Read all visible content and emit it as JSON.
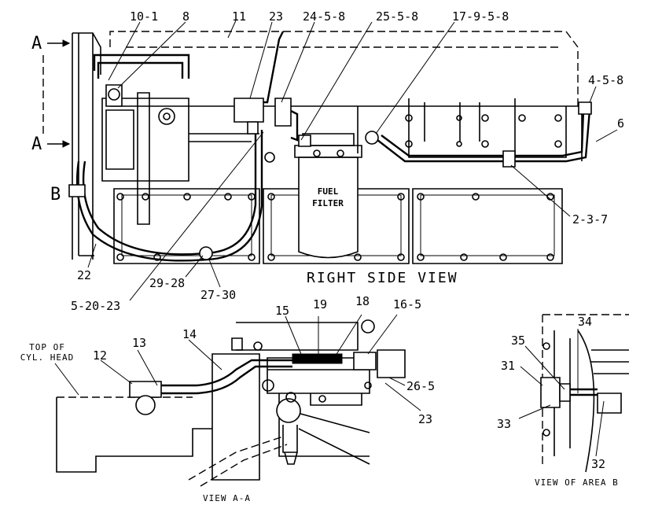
{
  "diagram": {
    "view_main": "RIGHT SIDE VIEW",
    "view_aa": "VIEW A-A",
    "view_area_b": "VIEW OF AREA B",
    "fuel_filter_line1": "FUEL",
    "fuel_filter_line2": "FILTER",
    "top_of_cyl_head_line1": "TOP OF",
    "top_of_cyl_head_line2": "CYL. HEAD",
    "section_marks": [
      "A",
      "A",
      "B"
    ],
    "callouts_main": [
      "10-1",
      "8",
      "11",
      "23",
      "24-5-8",
      "25-5-8",
      "17-9-5-8",
      "4-5-8",
      "6",
      "2-3-7",
      "22",
      "29-28",
      "27-30",
      "5-20-23"
    ],
    "callouts_aa": [
      "12",
      "13",
      "14",
      "15",
      "19",
      "18",
      "16-5",
      "26-5",
      "23"
    ],
    "callouts_b": [
      "34",
      "35",
      "31",
      "33",
      "32"
    ]
  }
}
